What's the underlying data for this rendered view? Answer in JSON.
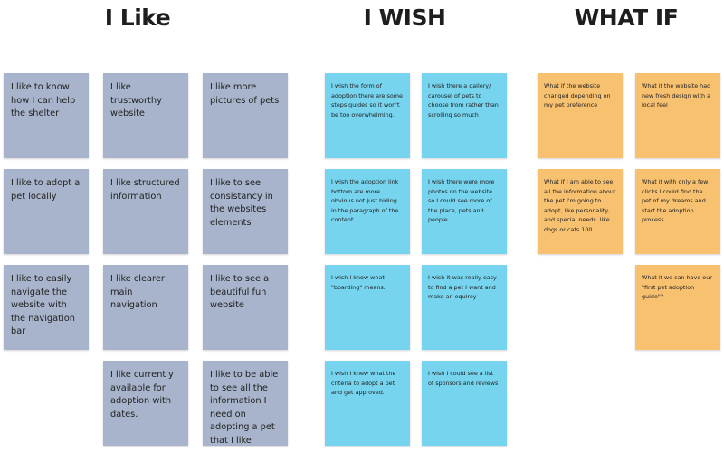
{
  "headings": {
    "like": "I Like",
    "wish": "I WISH",
    "whatif": "WHAT IF"
  },
  "like_notes": [
    "I like to know how I can help the shelter",
    "I like trustworthy website",
    "I like more pictures of pets",
    "I like to adopt a pet locally",
    "I like structured information",
    "I like to see consistancy in the websites elements",
    "I like to easily navigate the website with the navigation bar",
    "I like clearer main navigation",
    "I like to see a beautiful fun website",
    "I like currently available for adoption with dates.",
    "I like to be able to see all the information I need on adopting a pet that I like"
  ],
  "wish_notes": [
    "I wish the form of adoption there are some steps guides so it won't be too overwhelming.",
    "I wish there a gallery/ carousel of pets to choose from rather than scrolling so much",
    "I wish the adoption link bottom are more obvious not just hiding in the paragraph of the content.",
    "I wish there were more photos on the website so I could see more of the place, pets and people",
    "I wish I know what \"boarding\" means.",
    "I wish it was really easy to find a pet I want and make an equirey",
    "I wish I knew what the criteria to adopt a pet and get approved.",
    "I wish I could see a list of sponsors and reviews"
  ],
  "whatif_notes": [
    "What if the website changed depending on my pet preference",
    "What if the website had new fresh design with a local feel",
    "What if I am able to see all the information about the pet I'm going to adopt, like personality, and special needs. like dogs or cats 100.",
    "What if with only a few clicks I could find the pet of my dreams and start the adoption process",
    "What if we can have our \"first pet adoption guide\"?"
  ],
  "colors": {
    "like": "#a7b4cb",
    "wish": "#77d4ee",
    "whatif": "#f8c170"
  }
}
